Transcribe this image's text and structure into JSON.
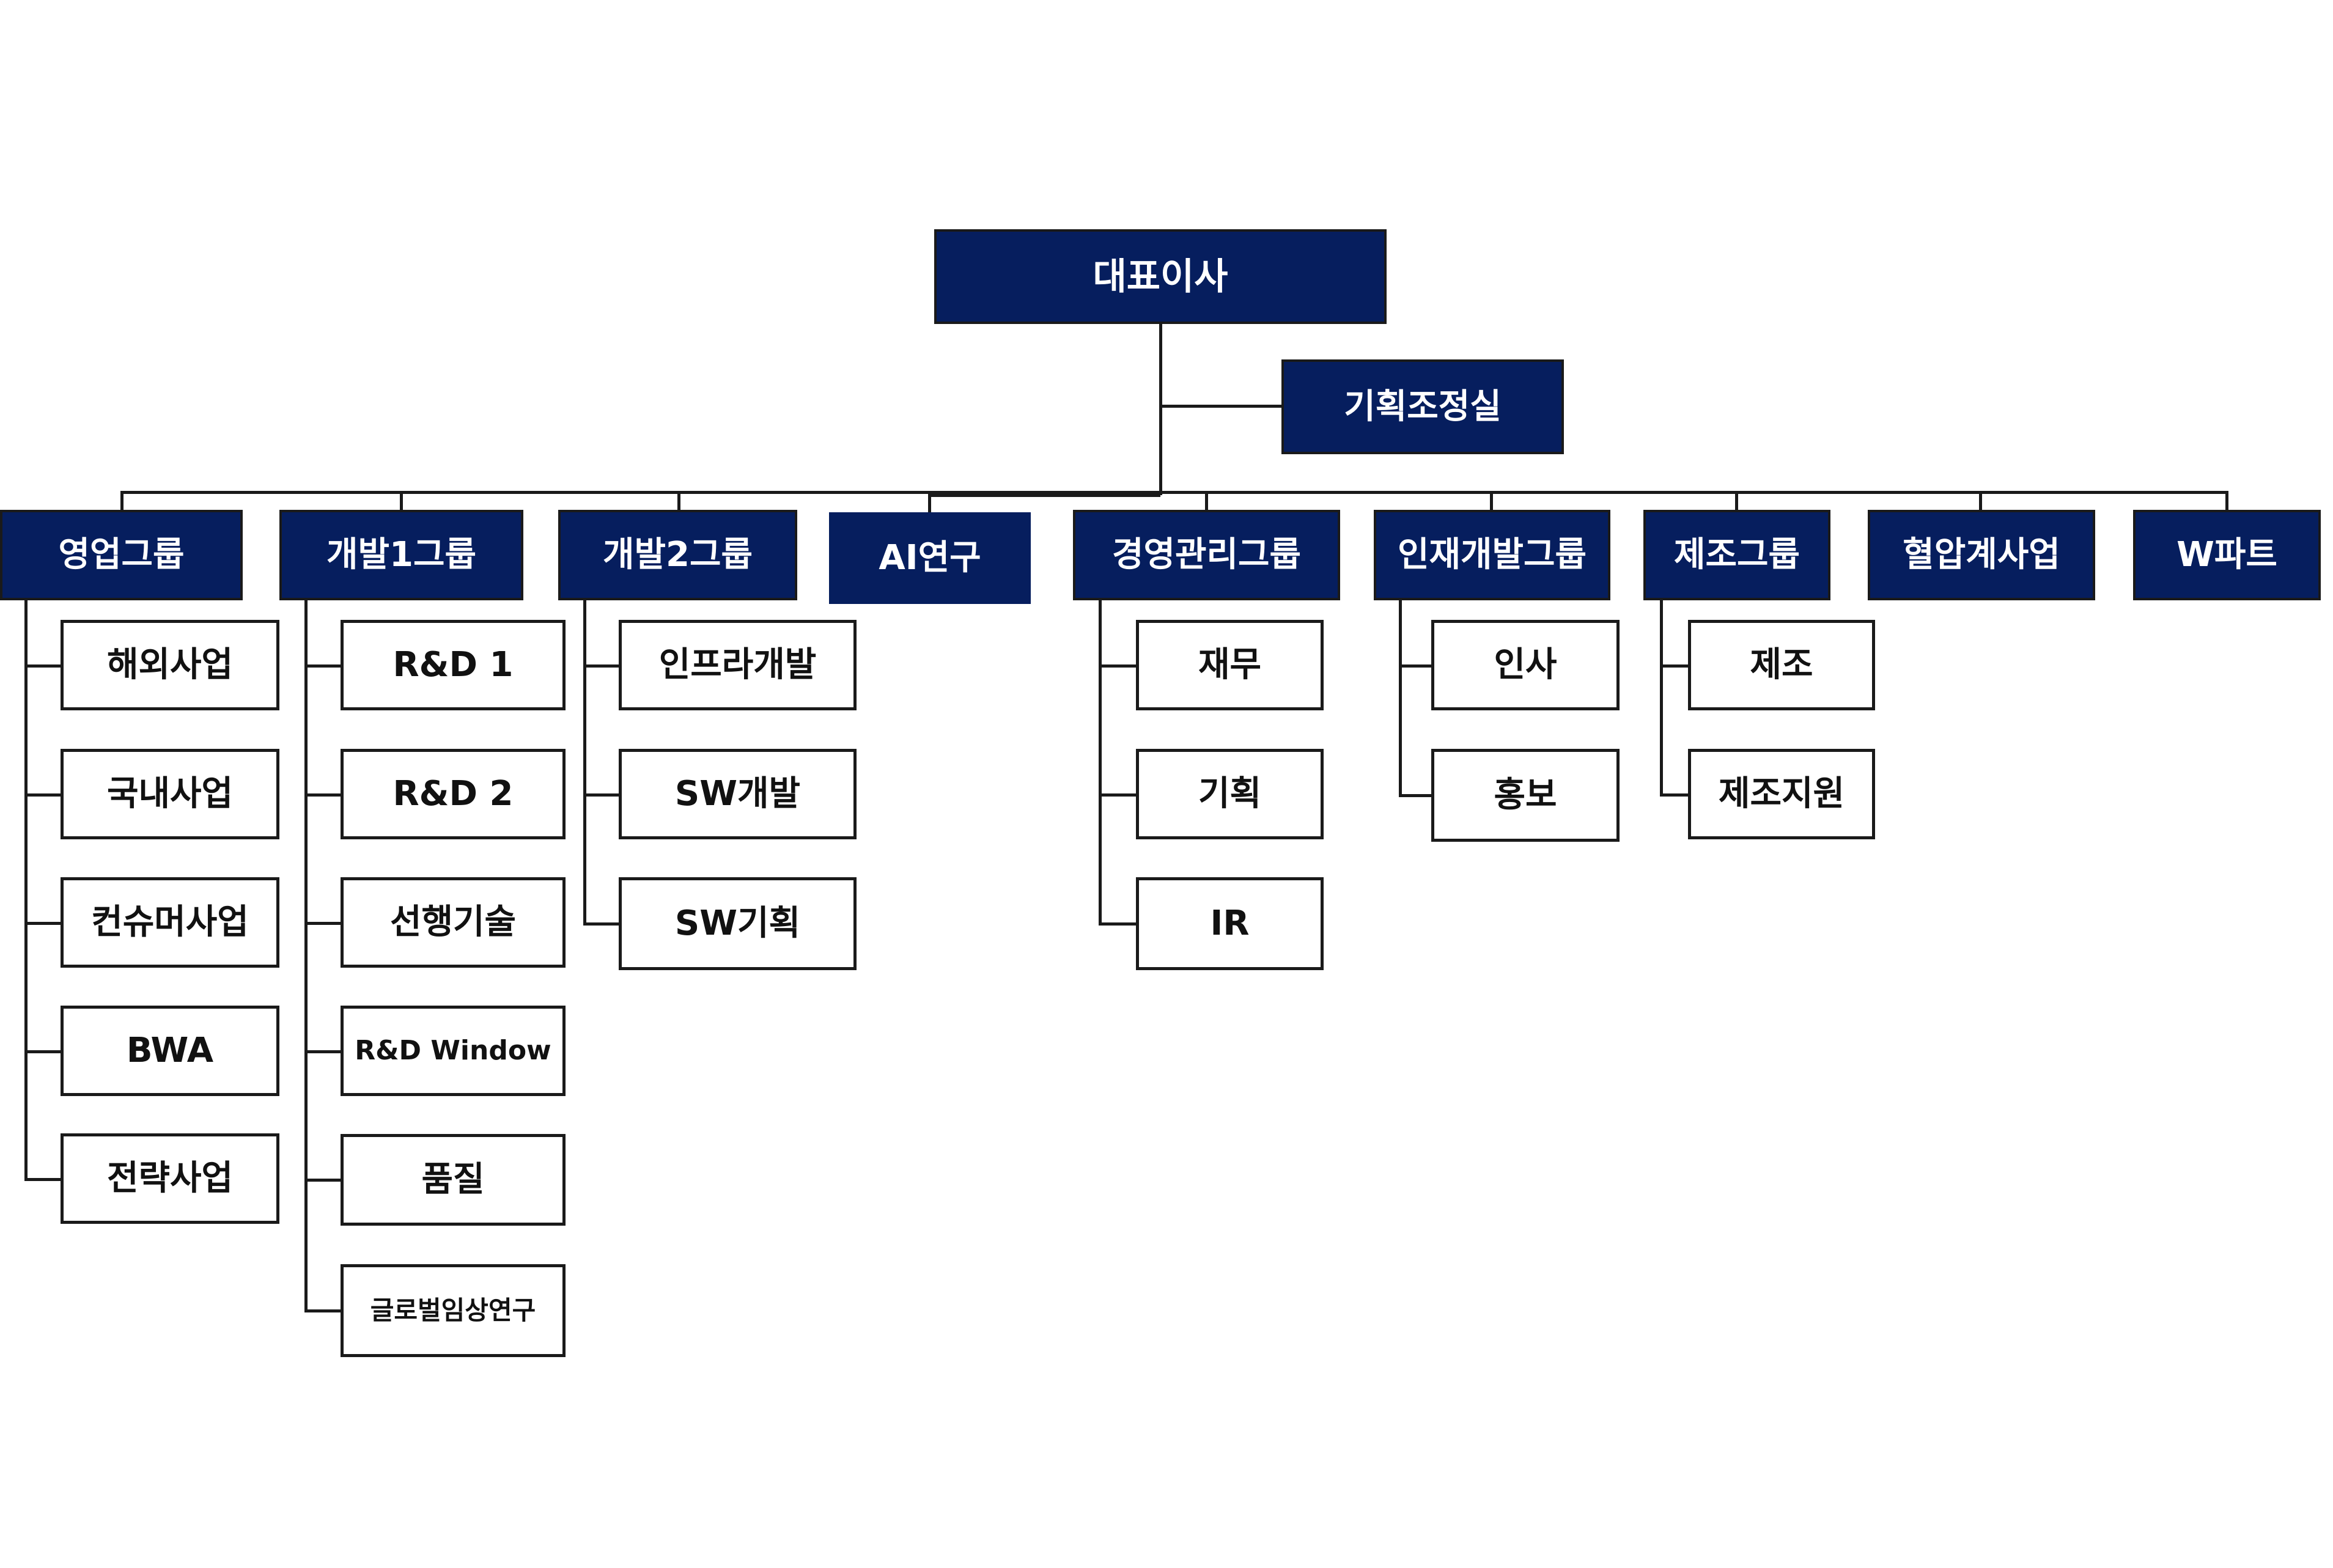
{
  "colors": {
    "box_fill": "#061e5e",
    "box_text": "#ffffff",
    "sub_fill": "#ffffff",
    "line": "#1a1a1a"
  },
  "ceo": "대표이사",
  "staff": "기획조정실",
  "groups": [
    {
      "name": "영업그룹",
      "teams": [
        "해외사업",
        "국내사업",
        "컨슈머사업",
        "BWA",
        "전략사업"
      ]
    },
    {
      "name": "개발1그룹",
      "teams": [
        "R&D 1",
        "R&D 2",
        "선행기술",
        "R&D Window",
        "품질",
        "글로벌임상연구"
      ]
    },
    {
      "name": "개발2그룹",
      "teams": [
        "인프라개발",
        "SW개발",
        "SW기획"
      ]
    },
    {
      "name": "AI연구",
      "teams": []
    },
    {
      "name": "경영관리그룹",
      "teams": [
        "재무",
        "기획",
        "IR"
      ]
    },
    {
      "name": "인재개발그룹",
      "teams": [
        "인사",
        "홍보"
      ]
    },
    {
      "name": "제조그룹",
      "teams": [
        "제조",
        "제조지원"
      ]
    },
    {
      "name": "혈압계사업",
      "teams": []
    },
    {
      "name": "W파트",
      "teams": []
    }
  ]
}
